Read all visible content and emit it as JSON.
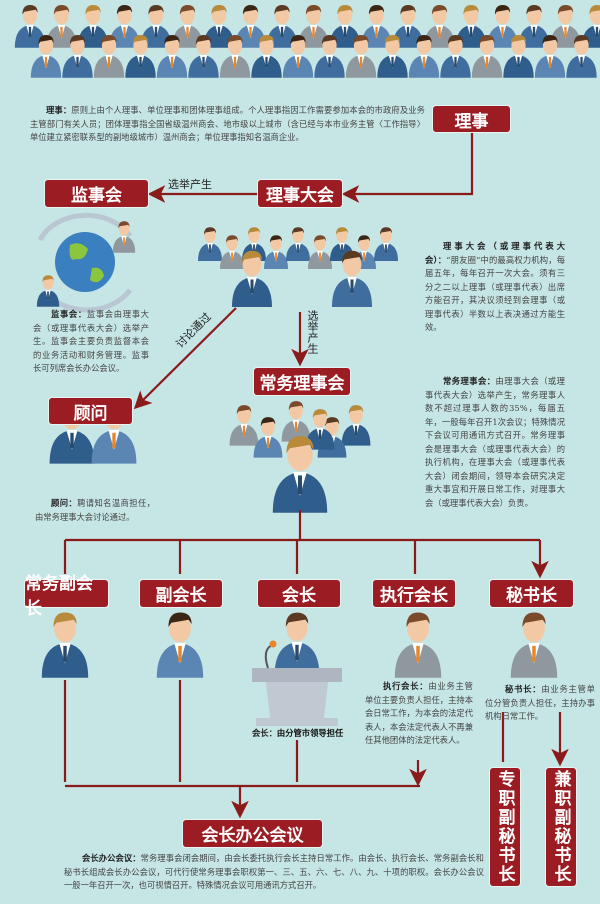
{
  "colors": {
    "background": "#c6e5e5",
    "box": "#9b1c22",
    "line": "#8b1a1a"
  },
  "boxes": {
    "lishi": "理事",
    "lishidahui": "理事大会",
    "jianshihui": "监事会",
    "changwulishihui": "常务理事会",
    "guwen": "顾问",
    "changwufuhuizhang": "常务副会长",
    "fuhuizhang": "副会长",
    "huizhang": "会长",
    "zhixinghuizhang": "执行会长",
    "mishuzhang": "秘书长",
    "huizhangbangonghuiyi": "会长办公会议",
    "zhuanzhifumishuzhang": "专职副秘书长",
    "jianzhifumishuzhang": "兼职副秘书长"
  },
  "arrow_labels": {
    "elect_jianshi": "选举产生",
    "elect_changwu": "选举产生",
    "discuss": "讨论通过"
  },
  "notes": {
    "lishi": {
      "term": "理事：",
      "text": "原则上由个人理事、单位理事和团体理事组成。个人理事指因工作需要参加本会的市政府及业务主管部门有关人员；团体理事指全国省级温州商会、地市级以上城市（含已经与本市业务主管〈工作指导〉单位建立紧密联系型的副地级城市）温州商会；单位理事指知名温商企业。"
    },
    "lishidahui": {
      "term": "理事大会（或理事代表大会）：",
      "text": "“朋友圈”中的最高权力机构，每届五年，每年召开一次大会。须有三分之二以上理事（或理事代表）出席方能召开，其决议须经到会理事（或理事代表）半数以上表决通过方能生效。"
    },
    "jianshihui": {
      "term": "监事会：",
      "text": "监事会由理事大会（或理事代表大会）选举产生。监事会主要负责监督本会的业务活动和财务管理。监事长可列席会长办公会议。"
    },
    "guwen": {
      "term": "顾问：",
      "text": "聘请知名温商担任，由常务理事大会讨论通过。"
    },
    "changwulishihui": {
      "term": "常务理事会：",
      "text": "由理事大会（或理事代表大会）选举产生，常务理事人数不超过理事人数的35%，每届五年，一般每年召开1次会议；特殊情况下会议可用通讯方式召开。常务理事会是理事大会（或理事代表大会）的执行机构，在理事大会（或理事代表大会）闭会期间，领导本会研究决定重大事宜和开展日常工作，对理事大会（或理事代表大会）负责。"
    },
    "huizhang": {
      "term": "会长：",
      "text": "由分管市领导担任"
    },
    "zhixinghuizhang": {
      "term": "执行会长：",
      "text": "由业务主管单位主要负责人担任，主持本会日常工作，为本会的法定代表人，本会法定代表人不再兼任其他团体的法定代表人。"
    },
    "mishuzhang": {
      "term": "秘书长：",
      "text": "由业务主管单位分管负责人担任，主持办事机构日常工作。"
    },
    "huizhangbangonghuiyi": {
      "term": "会长办公会议：",
      "text": "常务理事会闭会期间，由会长委托执行会长主持日常工作。由会长、执行会长、常务副会长和秘书长组成会长办公会议，可代行使常务理事会职权第一、三、五、六、七、八、九、十项的职权。会长办公会议一般一年召开一次，也可视情召开。特殊情况会议可用通讯方式召开。"
    }
  }
}
